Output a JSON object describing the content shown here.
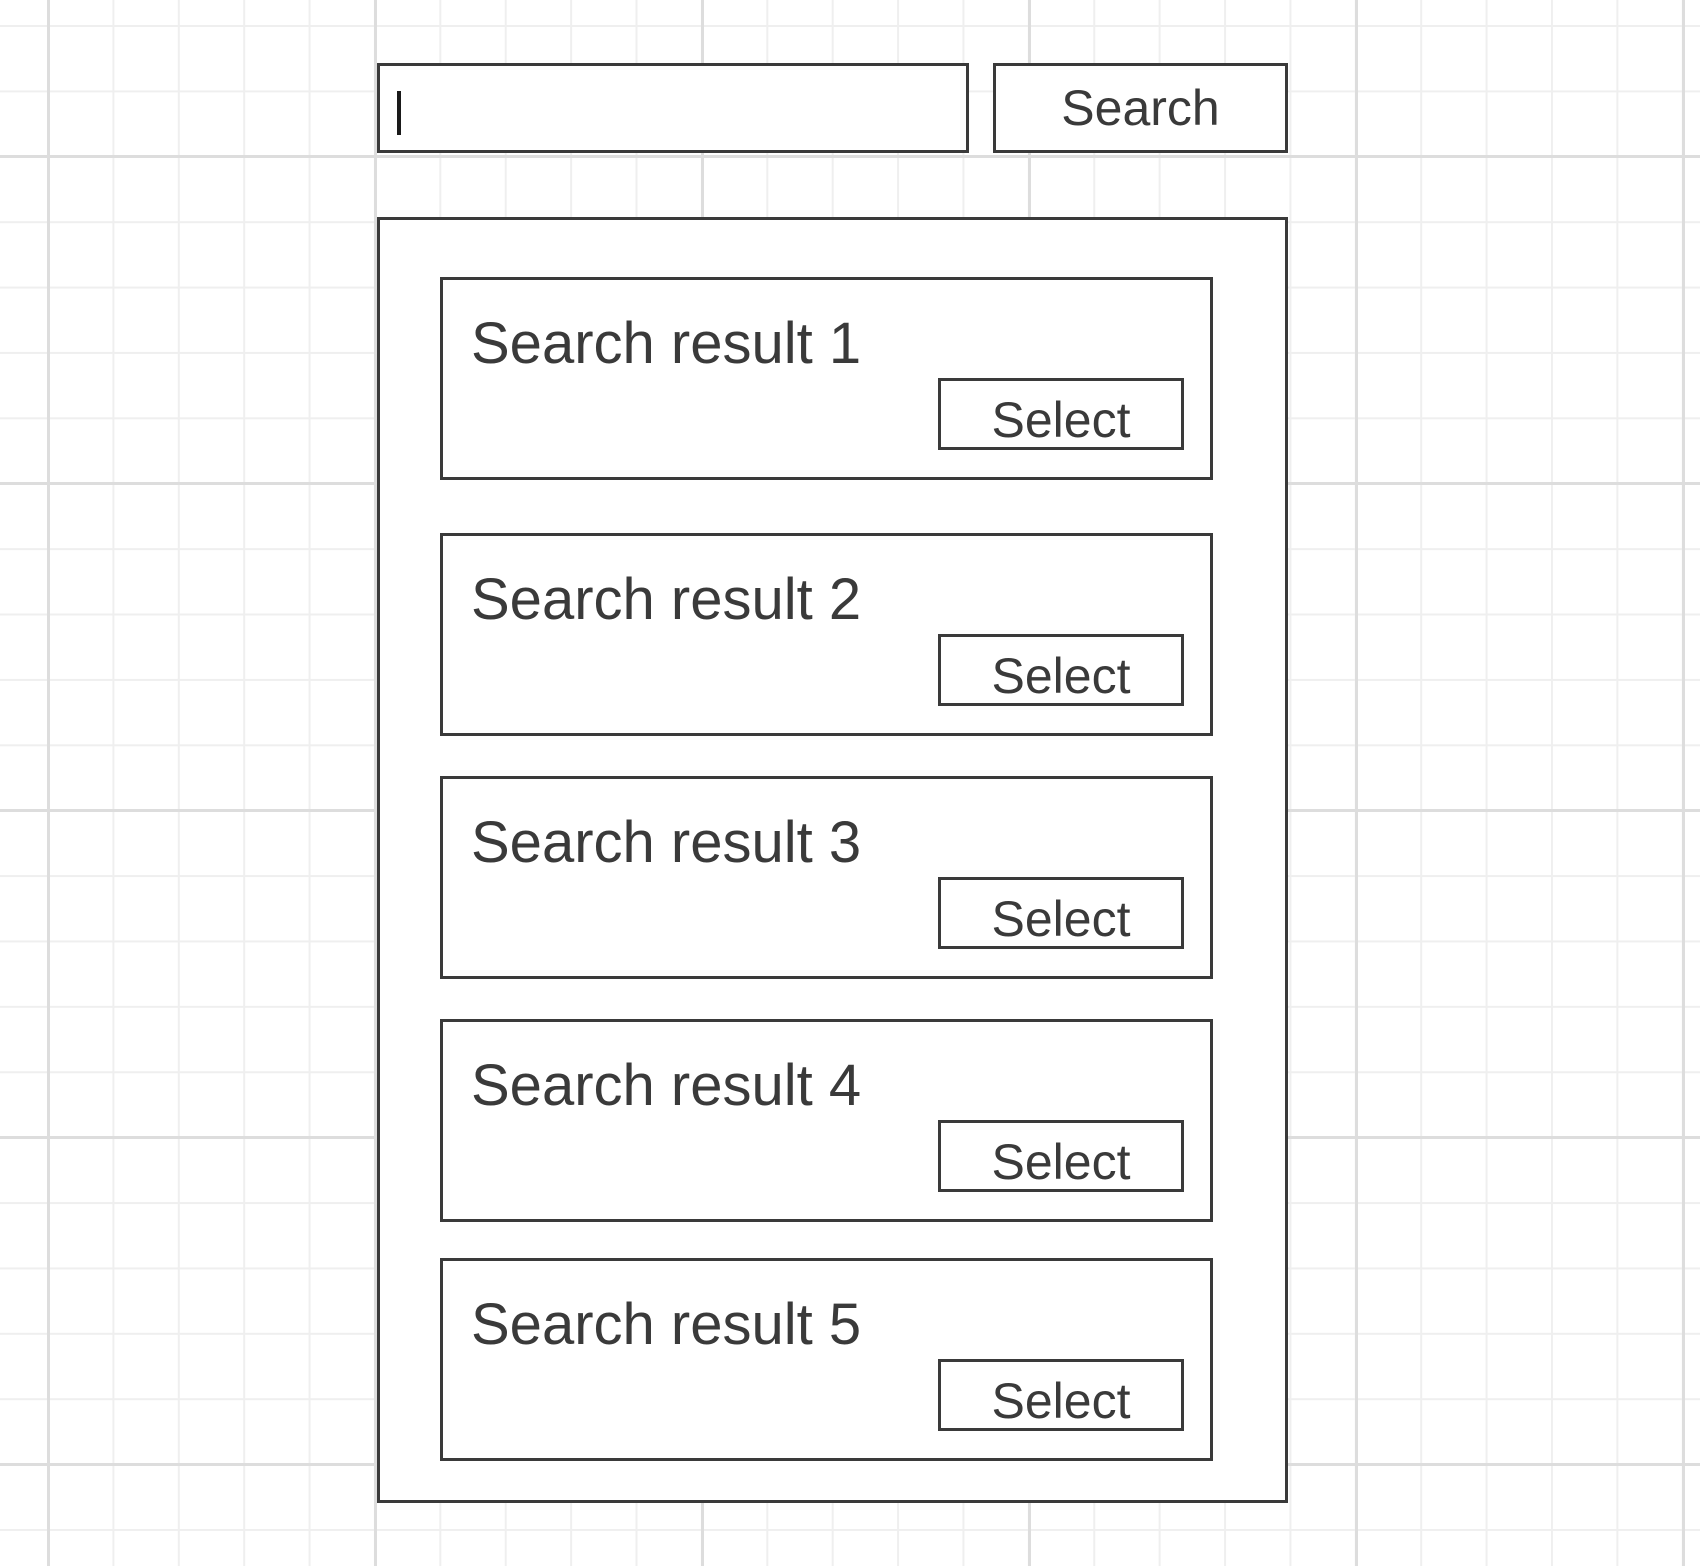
{
  "search": {
    "input_value": "",
    "button_label": "Search"
  },
  "results": [
    {
      "title": "Search result 1",
      "select_label": "Select"
    },
    {
      "title": "Search result 2",
      "select_label": "Select"
    },
    {
      "title": "Search result 3",
      "select_label": "Select"
    },
    {
      "title": "Search result 4",
      "select_label": "Select"
    },
    {
      "title": "Search result 5",
      "select_label": "Select"
    }
  ],
  "colors": {
    "stroke": "#3a3a3a",
    "grid_major": "#dddddd",
    "grid_minor": "#efefef",
    "background": "#ffffff"
  }
}
